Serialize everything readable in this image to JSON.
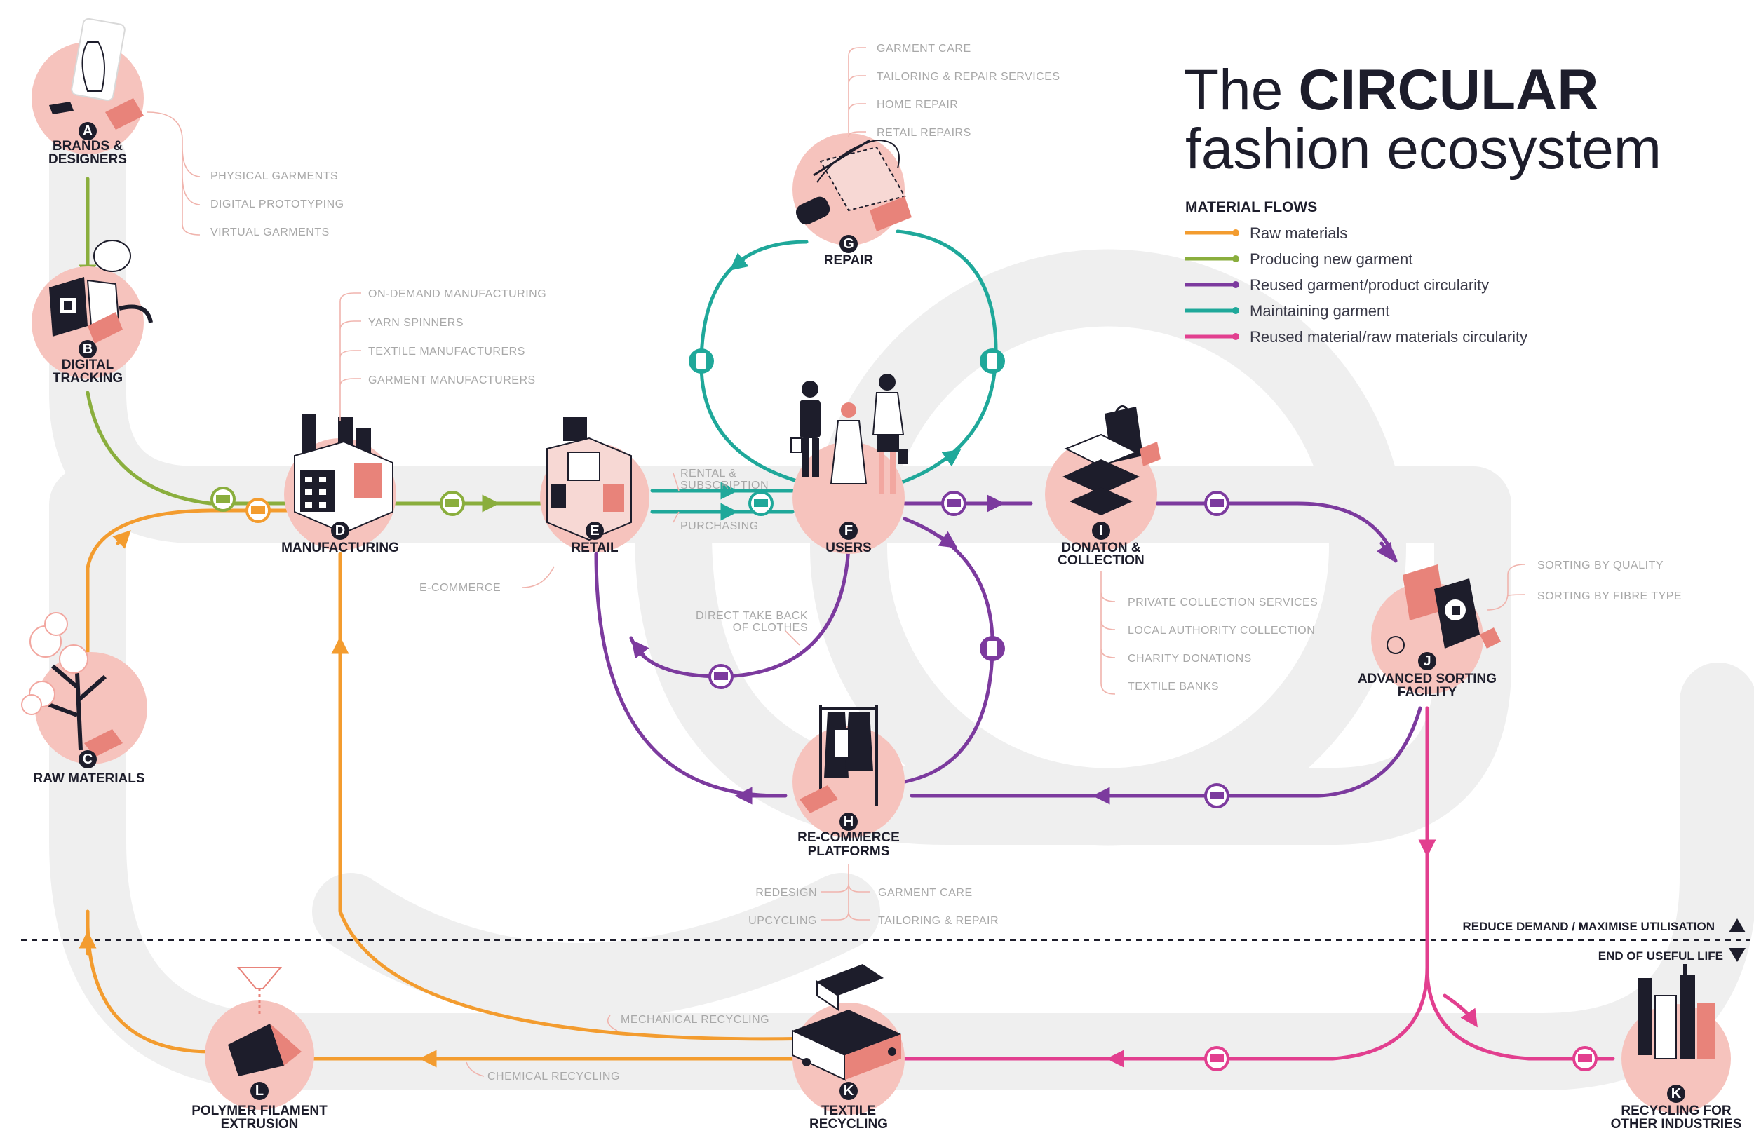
{
  "title": {
    "the": "The",
    "circular": "CIRCULAR",
    "line2": "fashion ecosystem"
  },
  "legend": {
    "title": "MATERIAL FLOWS",
    "items": [
      {
        "label": "Raw materials",
        "color": "#f39c2f"
      },
      {
        "label": "Producing new garment",
        "color": "#8aae3d"
      },
      {
        "label": "Reused garment/product circularity",
        "color": "#7c3a9e"
      },
      {
        "label": "Maintaining garment",
        "color": "#1fa89a"
      },
      {
        "label": "Reused material/raw materials circularity",
        "color": "#e23f8f"
      }
    ]
  },
  "colors": {
    "raw": "#f39c2f",
    "producing": "#8aae3d",
    "reused_garment": "#7c3a9e",
    "maintaining": "#1fa89a",
    "reused_material": "#e23f8f",
    "node_pink": "#f6c3bd",
    "dark": "#1d1d2b",
    "track": "#efefef"
  },
  "nodes": {
    "a": {
      "letter": "A",
      "label1": "BRANDS &",
      "label2": "DESIGNERS",
      "icon": "dress-form-icon"
    },
    "b": {
      "letter": "B",
      "label1": "DIGITAL",
      "label2": "TRACKING",
      "icon": "qr-tracking-icon"
    },
    "c": {
      "letter": "C",
      "label1": "RAW MATERIALS",
      "label2": "",
      "icon": "cotton-plant-icon"
    },
    "d": {
      "letter": "D",
      "label1": "MANUFACTURING",
      "label2": "",
      "icon": "factory-icon"
    },
    "e": {
      "letter": "E",
      "label1": "RETAIL",
      "label2": "",
      "icon": "shop-icon"
    },
    "f": {
      "letter": "F",
      "label1": "USERS",
      "label2": "",
      "icon": "people-icon"
    },
    "g": {
      "letter": "G",
      "label1": "REPAIR",
      "label2": "",
      "icon": "sewing-icon"
    },
    "h": {
      "letter": "H",
      "label1": "RE-COMMERCE",
      "label2": "PLATFORMS",
      "icon": "clothes-rack-icon"
    },
    "i": {
      "letter": "I",
      "label1": "DONATON &",
      "label2": "COLLECTION",
      "icon": "donation-box-icon"
    },
    "j": {
      "letter": "J",
      "label1": "ADVANCED SORTING",
      "label2": "FACILITY",
      "icon": "sorting-machine-icon"
    },
    "k1": {
      "letter": "K",
      "label1": "TEXTILE",
      "label2": "RECYCLING",
      "icon": "recycling-plant-icon"
    },
    "k2": {
      "letter": "K",
      "label1": "RECYCLING FOR",
      "label2": "OTHER INDUSTRIES",
      "icon": "city-buildings-icon"
    },
    "l": {
      "letter": "L",
      "label1": "POLYMER FILAMENT",
      "label2": "EXTRUSION",
      "icon": "extrusion-icon"
    }
  },
  "sublabels": {
    "brands": [
      "PHYSICAL GARMENTS",
      "DIGITAL PROTOTYPING",
      "VIRTUAL GARMENTS"
    ],
    "manufacturing": [
      "ON-DEMAND MANUFACTURING",
      "YARN SPINNERS",
      "TEXTILE MANUFACTURERS",
      "GARMENT MANUFACTURERS"
    ],
    "repair": [
      "GARMENT CARE",
      "TAILORING & REPAIR SERVICES",
      "HOME REPAIR",
      "RETAIL REPAIRS"
    ],
    "donation": [
      "PRIVATE COLLECTION SERVICES",
      "LOCAL AUTHORITY COLLECTION",
      "CHARITY DONATIONS",
      "TEXTILE BANKS"
    ],
    "sorting": [
      "SORTING BY QUALITY",
      "SORTING BY FIBRE TYPE"
    ],
    "recommerce_left": [
      "REDESIGN",
      "UPCYCLING"
    ],
    "recommerce_right": [
      "GARMENT CARE",
      "TAILORING & REPAIR"
    ]
  },
  "flow_labels": {
    "rental1": "RENTAL &",
    "rental2": "SUBSCRIPTION",
    "purchasing": "PURCHASING",
    "ecommerce": "E-COMMERCE",
    "takeback1": "DIRECT TAKE BACK",
    "takeback2": "OF CLOTHES",
    "mechanical": "MECHANICAL RECYCLING",
    "chemical": "CHEMICAL RECYCLING"
  },
  "boundary": {
    "upper": "REDUCE DEMAND / MAXIMISE UTILISATION",
    "lower": "END OF USEFUL LIFE"
  }
}
